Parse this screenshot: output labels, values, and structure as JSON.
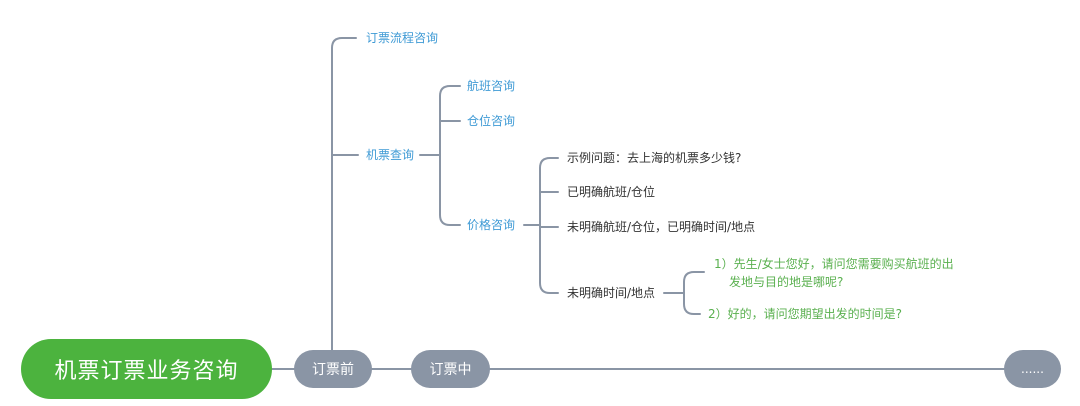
{
  "root": {
    "label": "机票订票业务咨询"
  },
  "stages": {
    "pre": "订票前",
    "mid": "订票中",
    "more": "......"
  },
  "pre_branches": {
    "process": "订票流程咨询",
    "query": "机票查询"
  },
  "query_branches": {
    "flight": "航班咨询",
    "cabin": "仓位咨询",
    "price": "价格咨询"
  },
  "price_branches": {
    "example": "示例问题：去上海的机票多少钱?",
    "known": "已明确航班/仓位",
    "unknown_flight": "未明确航班/仓位，已明确时间/地点",
    "unknown_time": "未明确时间/地点"
  },
  "answers": {
    "a1_line1": "1）先生/女士您好，请问您需要购买航班的出",
    "a1_line2": "发地与目的地是哪呢?",
    "a2": "2）好的，请问您期望出发的时间是?"
  },
  "colors": {
    "root": "#4cb33e",
    "stage": "#8a95a5",
    "connector": "#8a95a5",
    "level1_text": "#3e9ad5",
    "level3_text": "#333333",
    "answer_text": "#5ab04f"
  }
}
